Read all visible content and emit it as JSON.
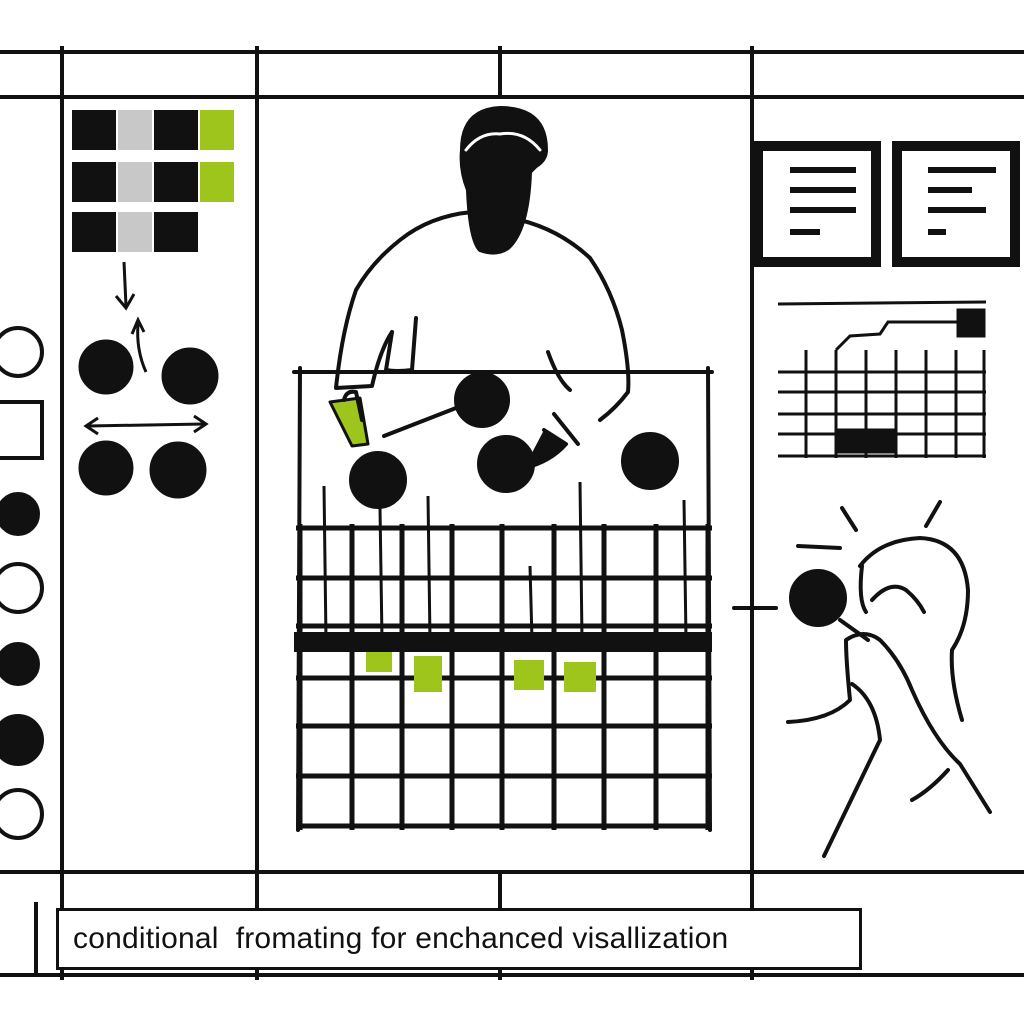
{
  "caption": "conditional  fromating for enchanced visallization",
  "colors": {
    "ink": "#111111",
    "accent": "#9dc51b",
    "gray": "#c8c8c8",
    "background": "#ffffff"
  },
  "icons": {
    "left_panel": [
      "cell-grid-icon",
      "arrow-down-icon",
      "node-graph-icon"
    ],
    "left_edge": [
      "circle-outline-icon",
      "square-outline-icon",
      "circle-filled-icon"
    ],
    "center": [
      "person-icon",
      "grid-table-icon"
    ],
    "right_panel": [
      "document-card-icon",
      "mini-chart-icon",
      "person-with-marker-icon"
    ]
  },
  "swatch_grid": {
    "rows": [
      [
        "black",
        "gray",
        "black",
        "green"
      ],
      [
        "black",
        "gray",
        "black",
        "green"
      ],
      [
        "black",
        "gray",
        "black",
        "none"
      ]
    ]
  }
}
